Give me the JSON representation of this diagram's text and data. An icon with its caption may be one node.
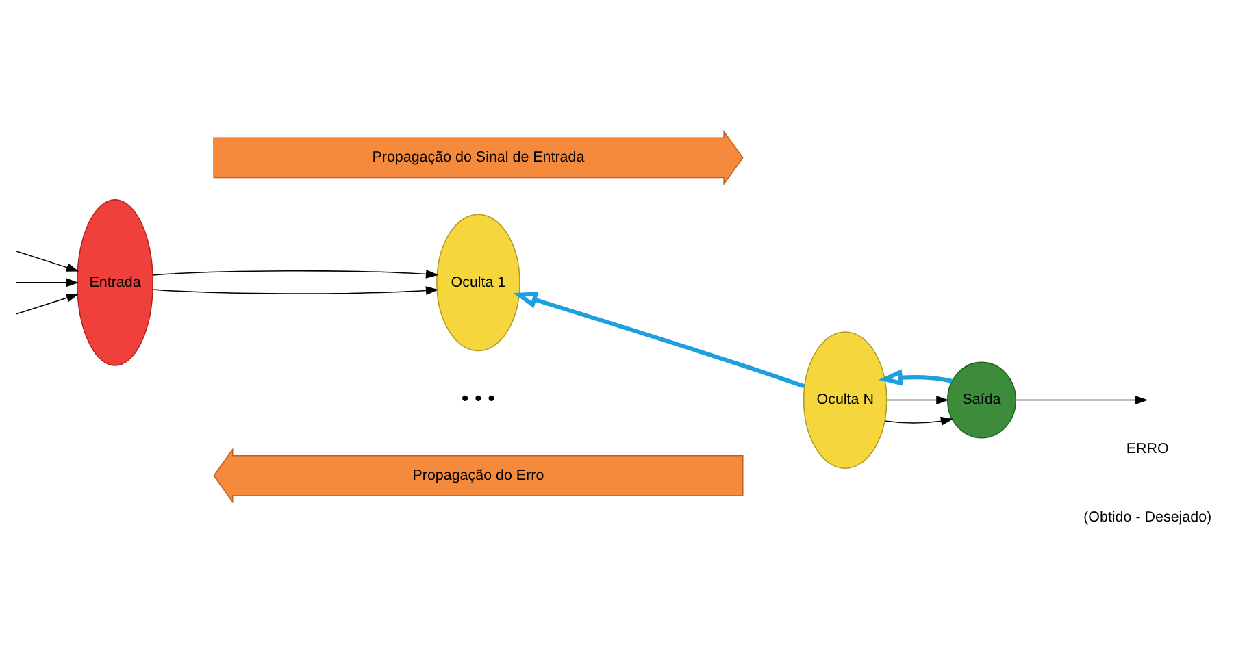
{
  "diagram": {
    "nodes": [
      {
        "text": [
          "Propagação do Sinal de Entrada"
        ]
      },
      {
        "text": [
          "Entrada"
        ]
      },
      {
        "text": [
          "Oculta 1"
        ]
      },
      {
        "text": [
          "Oculta N"
        ]
      },
      {
        "text": [
          "Saída"
        ]
      },
      {
        "text": [
          "Propagação do Erro"
        ]
      }
    ],
    "edges": [
      {
        "from": null,
        "to": 1,
        "arrow": "to"
      },
      {
        "from": null,
        "to": 1,
        "arrow": "to"
      },
      {
        "from": null,
        "to": 1,
        "arrow": "to"
      },
      {
        "from": 1,
        "to": 2,
        "arrow": "to"
      },
      {
        "from": 1,
        "to": 2,
        "arrow": "to"
      },
      {
        "from": 3,
        "to": 4,
        "arrow": "to"
      },
      {
        "from": 3,
        "to": 4,
        "arrow": "to"
      },
      {
        "from": 4,
        "to": null,
        "arrow": "to"
      },
      {
        "from": 4,
        "to": 3,
        "arrow": "to",
        "style": "thick",
        "color": "#1e9fe0"
      },
      {
        "from": 3,
        "to": 2,
        "arrow": "to",
        "style": "thick",
        "color": "#1e9fe0"
      }
    ],
    "labels": [
      "• • •",
      "ERRO",
      "(Obtido - Desejado)"
    ]
  }
}
